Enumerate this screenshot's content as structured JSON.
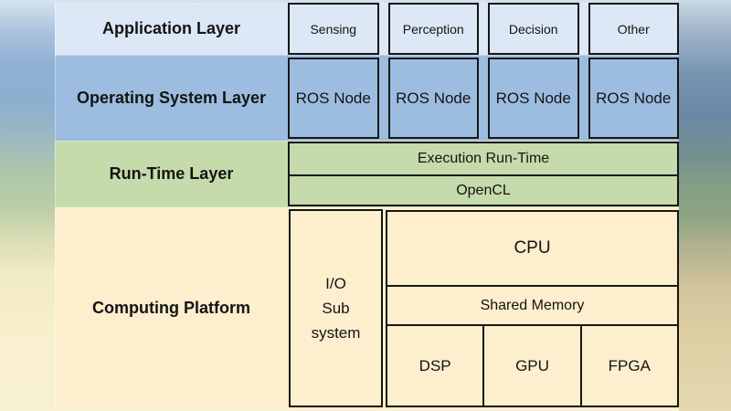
{
  "layers": {
    "application": {
      "label": "Application Layer",
      "fill_color": "#dce8f5",
      "modules": [
        "Sensing",
        "Perception",
        "Decision",
        "Other"
      ]
    },
    "operating_system": {
      "label": "Operating System Layer",
      "fill_color": "#9dbde0",
      "nodes": [
        "ROS Node",
        "ROS Node",
        "ROS Node",
        "ROS Node"
      ]
    },
    "runtime": {
      "label": "Run-Time Layer",
      "fill_color": "#c6dbab",
      "components": [
        "Execution Run-Time",
        "OpenCL"
      ]
    },
    "computing_platform": {
      "label": "Computing Platform",
      "fill_color": "#fdeecd",
      "io_subsystem_lines": [
        "I/O",
        "Sub",
        "system"
      ],
      "cpu": "CPU",
      "shared_memory": "Shared Memory",
      "accelerators": [
        "DSP",
        "GPU",
        "FPGA"
      ]
    }
  },
  "palette": {
    "box_border": "#161616",
    "application_blue_light": "#dce8f5",
    "os_blue": "#9dbde0",
    "runtime_green": "#c6dbab",
    "platform_cream": "#fdeecd"
  }
}
